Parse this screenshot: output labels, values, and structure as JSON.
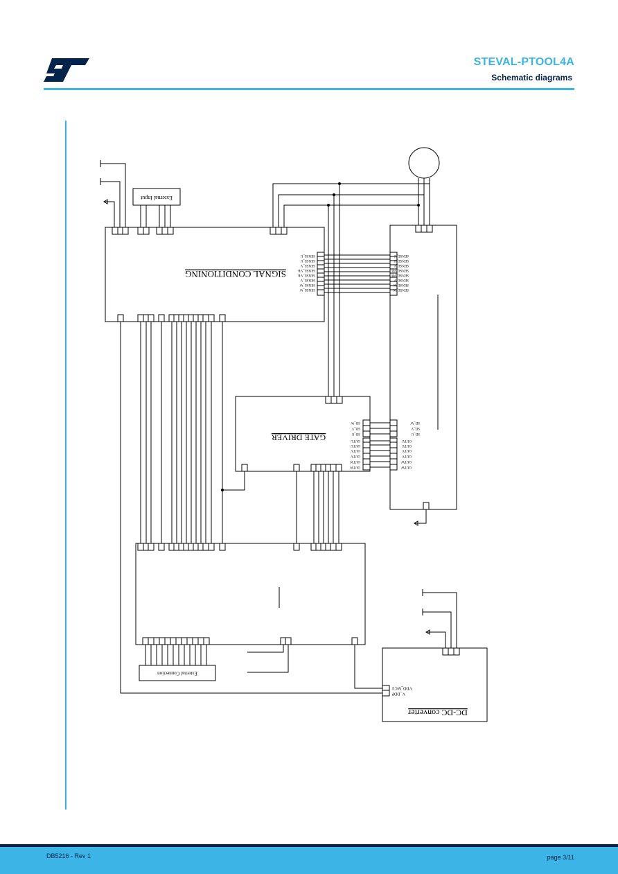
{
  "header": {
    "title": "STEVAL-PTOOL4A",
    "subtitle": "Schematic diagrams",
    "logo": "st-logo"
  },
  "schematic": {
    "external_input_label": "External Input",
    "external_connection_label": "External Connection",
    "signal_conditioning_title": "SIGNAL CONDITIONING",
    "gate_driver_title": "GATE DRIVER",
    "dcdc_title": "DC-DC converter",
    "sense_pins": [
      "SENSE_U",
      "SENSE_U",
      "SENSE_V",
      "SENSE_VB",
      "SENSE_VB",
      "SENSE_V",
      "SENSE_W",
      "SENSE_W"
    ],
    "sd_pins": [
      "SD_W",
      "SD_V",
      "SD_U"
    ],
    "gate_outputs": [
      "OUTU",
      "OUTU",
      "OUTV",
      "OUTV",
      "OUTW",
      "OUTW"
    ],
    "dcdc_pins": [
      "VDD_MCU",
      "V_DDP"
    ]
  },
  "footer": {
    "doc_ref": "DB5216 - Rev 1",
    "page": "page 3/11"
  }
}
